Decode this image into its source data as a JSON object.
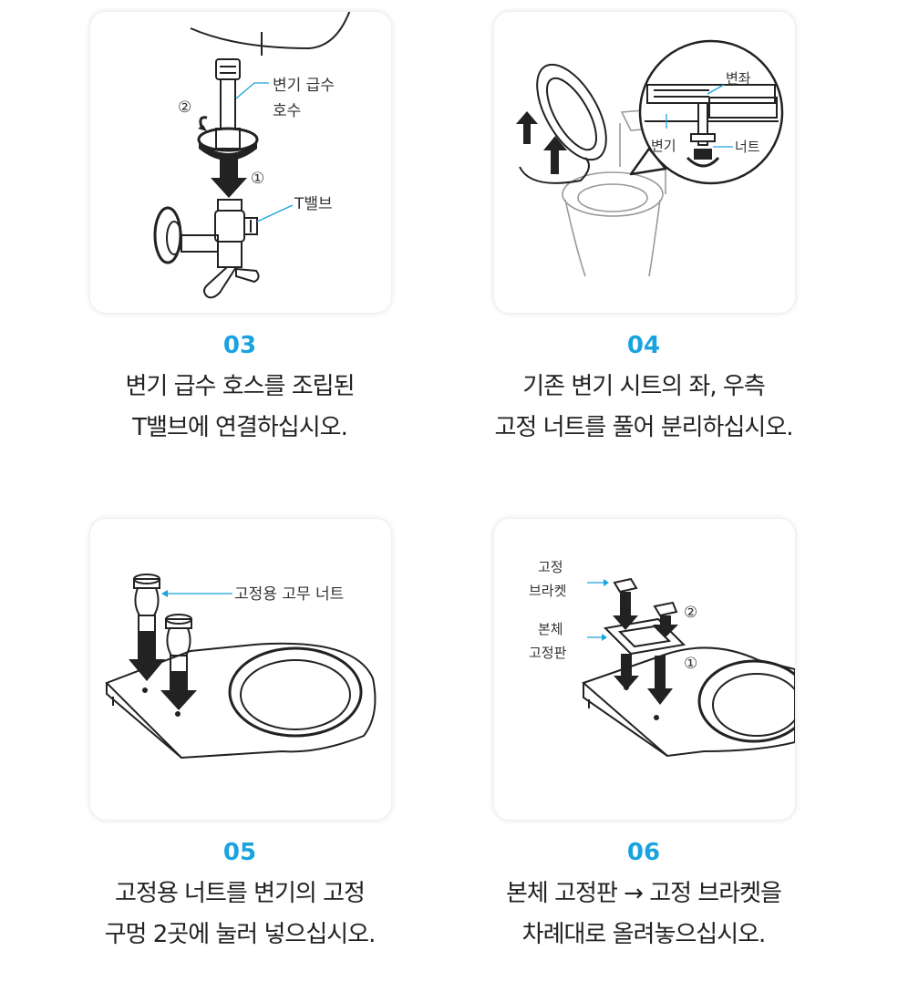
{
  "steps": [
    {
      "number": "03",
      "desc_line1": "변기 급수 호스를 조립된",
      "desc_line2": "T밸브에 연결하십시오.",
      "callouts": {
        "hose_line1": "변기 급수",
        "hose_line2": "호수",
        "valve": "T밸브",
        "mark1": "①",
        "mark2": "②"
      }
    },
    {
      "number": "04",
      "desc_line1": "기존 변기 시트의 좌, 우측",
      "desc_line2": "고정 너트를 풀어 분리하십시오.",
      "callouts": {
        "seat": "변좌",
        "bowl": "변기",
        "nut": "너트"
      }
    },
    {
      "number": "05",
      "desc_line1": "고정용 너트를 변기의 고정",
      "desc_line2": "구멍 2곳에 눌러 넣으십시오.",
      "callouts": {
        "rubber_nut": "고정용 고무 너트"
      }
    },
    {
      "number": "06",
      "desc_line1": "본체 고정판 → 고정 브라켓을",
      "desc_line2": "차례대로 올려놓으십시오.",
      "callouts": {
        "bracket_line1": "고정",
        "bracket_line2": "브라켓",
        "plate_line1": "본체",
        "plate_line2": "고정판",
        "mark1": "①",
        "mark2": "②"
      }
    }
  ],
  "colors": {
    "accent": "#1aa3de",
    "text": "#222222",
    "card_border": "#eeeeee"
  }
}
